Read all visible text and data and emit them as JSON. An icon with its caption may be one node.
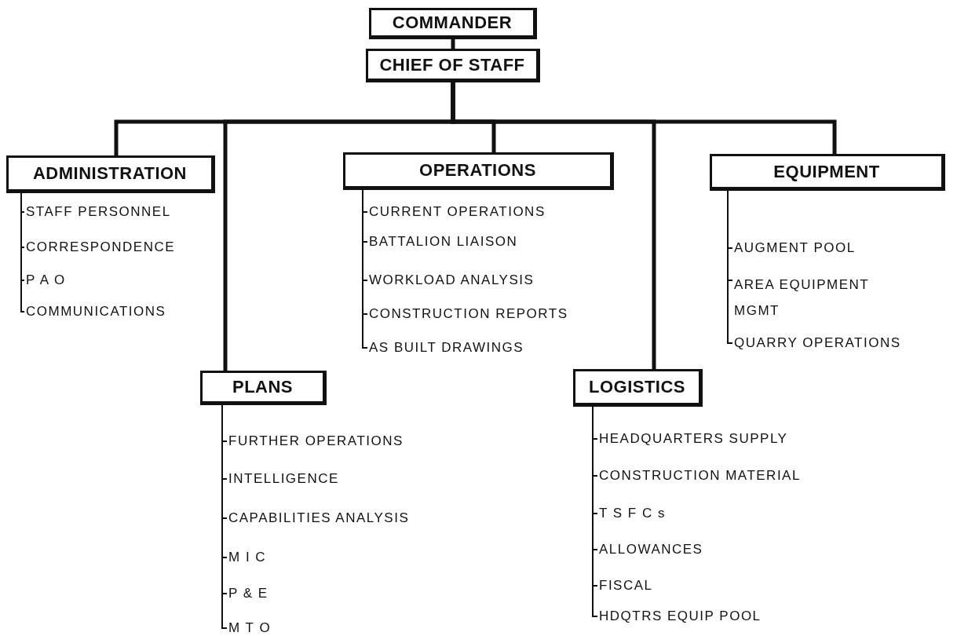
{
  "diagram": {
    "nodes": [
      {
        "text": [
          "COMMANDER"
        ]
      },
      {
        "text": [
          "CHIEF OF STAFF"
        ]
      },
      {
        "text": [
          "ADMINISTRATION"
        ]
      },
      {
        "text": [
          "OPERATIONS"
        ]
      },
      {
        "text": [
          "EQUIPMENT"
        ]
      },
      {
        "text": [
          "STAFF PERSONNEL"
        ]
      },
      {
        "text": [
          "CORRESPONDENCE"
        ]
      },
      {
        "text": [
          "P A O"
        ]
      },
      {
        "text": [
          "COMMUNICATIONS"
        ]
      },
      {
        "text": [
          "CURRENT OPERATIONS"
        ]
      },
      {
        "text": [
          "BATTALION LIAISON"
        ]
      },
      {
        "text": [
          "WORKLOAD ANALYSIS"
        ]
      },
      {
        "text": [
          "CONSTRUCTION REPORTS"
        ]
      },
      {
        "text": [
          "AS BUILT DRAWINGS"
        ]
      },
      {
        "text": [
          "AUGMENT POOL"
        ]
      },
      {
        "text": [
          "AREA EQUIPMENT MGMT"
        ]
      },
      {
        "text": [
          "QUARRY OPERATIONS"
        ]
      },
      {
        "text": [
          "PLANS"
        ]
      },
      {
        "text": [
          "LOGISTICS"
        ]
      },
      {
        "text": [
          "FURTHER OPERATIONS"
        ]
      },
      {
        "text": [
          "INTELLIGENCE"
        ]
      },
      {
        "text": [
          "CAPABILITIES ANALYSIS"
        ]
      },
      {
        "text": [
          "M I C"
        ]
      },
      {
        "text": [
          "P & E"
        ]
      },
      {
        "text": [
          "M T O"
        ]
      },
      {
        "text": [
          "HEADQUARTERS SUPPLY"
        ]
      },
      {
        "text": [
          "CONSTRUCTION MATERIAL"
        ]
      },
      {
        "text": [
          "T S F C s"
        ]
      },
      {
        "text": [
          "ALLOWANCES"
        ]
      },
      {
        "text": [
          "FISCAL"
        ]
      },
      {
        "text": [
          "HDQTRS EQUIP POOL"
        ]
      }
    ],
    "edges": [
      {
        "from": 0,
        "to": 1,
        "arrow": "none",
        "style": "thick"
      },
      {
        "from": 1,
        "to": 2,
        "arrow": "none",
        "style": "thick"
      },
      {
        "from": 1,
        "to": 17,
        "arrow": "none",
        "style": "thick"
      },
      {
        "from": 1,
        "to": 3,
        "arrow": "none",
        "style": "thick"
      },
      {
        "from": 1,
        "to": 18,
        "arrow": "none",
        "style": "thick"
      },
      {
        "from": 1,
        "to": 4,
        "arrow": "none",
        "style": "thick"
      },
      {
        "from": 2,
        "to": 5,
        "arrow": "none"
      },
      {
        "from": 2,
        "to": 6,
        "arrow": "none"
      },
      {
        "from": 2,
        "to": 7,
        "arrow": "none"
      },
      {
        "from": 2,
        "to": 8,
        "arrow": "none"
      },
      {
        "from": 3,
        "to": 9,
        "arrow": "none"
      },
      {
        "from": 3,
        "to": 10,
        "arrow": "none"
      },
      {
        "from": 3,
        "to": 11,
        "arrow": "none"
      },
      {
        "from": 3,
        "to": 12,
        "arrow": "none"
      },
      {
        "from": 3,
        "to": 13,
        "arrow": "none"
      },
      {
        "from": 4,
        "to": 14,
        "arrow": "none"
      },
      {
        "from": 4,
        "to": 15,
        "arrow": "none"
      },
      {
        "from": 4,
        "to": 16,
        "arrow": "none"
      },
      {
        "from": 17,
        "to": 19,
        "arrow": "none"
      },
      {
        "from": 17,
        "to": 20,
        "arrow": "none"
      },
      {
        "from": 17,
        "to": 21,
        "arrow": "none"
      },
      {
        "from": 17,
        "to": 22,
        "arrow": "none"
      },
      {
        "from": 17,
        "to": 23,
        "arrow": "none"
      },
      {
        "from": 17,
        "to": 24,
        "arrow": "none"
      },
      {
        "from": 18,
        "to": 25,
        "arrow": "none"
      },
      {
        "from": 18,
        "to": 26,
        "arrow": "none"
      },
      {
        "from": 18,
        "to": 27,
        "arrow": "none"
      },
      {
        "from": 18,
        "to": 28,
        "arrow": "none"
      },
      {
        "from": 18,
        "to": 29,
        "arrow": "none"
      },
      {
        "from": 18,
        "to": 30,
        "arrow": "none"
      }
    ]
  }
}
